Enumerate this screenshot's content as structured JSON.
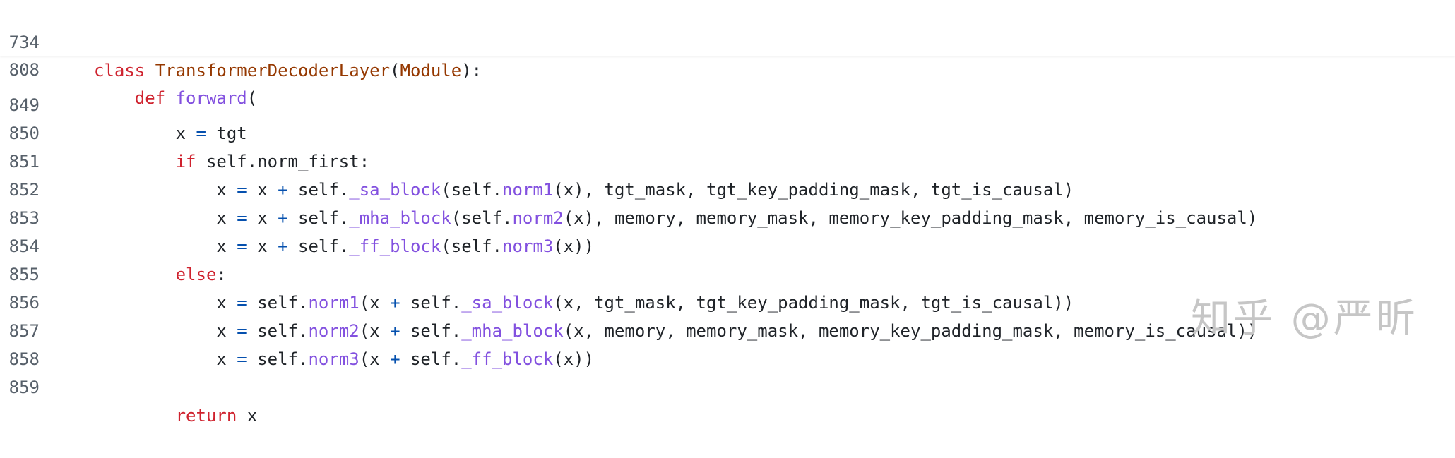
{
  "sticky_header": {
    "lines": [
      {
        "number": "734",
        "tokens": [
          {
            "text": "class ",
            "kind": "kw"
          },
          {
            "text": "TransformerDecoderLayer",
            "kind": "cls"
          },
          {
            "text": "(",
            "kind": "pl"
          },
          {
            "text": "Module",
            "kind": "cls"
          },
          {
            "text": "):",
            "kind": "pl"
          }
        ]
      },
      {
        "number": "808",
        "tokens": [
          {
            "text": "    def ",
            "kind": "kw"
          },
          {
            "text": "forward",
            "kind": "fn"
          },
          {
            "text": "(",
            "kind": "pl"
          }
        ]
      }
    ]
  },
  "code_lines": [
    {
      "number": "849",
      "tokens": [
        {
          "text": "        x ",
          "kind": "pl"
        },
        {
          "text": "=",
          "kind": "op"
        },
        {
          "text": " tgt",
          "kind": "pl"
        }
      ]
    },
    {
      "number": "850",
      "tokens": [
        {
          "text": "        if",
          "kind": "kw"
        },
        {
          "text": " self.norm_first:",
          "kind": "pl"
        }
      ]
    },
    {
      "number": "851",
      "tokens": [
        {
          "text": "            x ",
          "kind": "pl"
        },
        {
          "text": "=",
          "kind": "op"
        },
        {
          "text": " x ",
          "kind": "pl"
        },
        {
          "text": "+",
          "kind": "op"
        },
        {
          "text": " self.",
          "kind": "pl"
        },
        {
          "text": "_sa_block",
          "kind": "fn"
        },
        {
          "text": "(self.",
          "kind": "pl"
        },
        {
          "text": "norm1",
          "kind": "fn"
        },
        {
          "text": "(x), tgt_mask, tgt_key_padding_mask, tgt_is_causal)",
          "kind": "pl"
        }
      ]
    },
    {
      "number": "852",
      "tokens": [
        {
          "text": "            x ",
          "kind": "pl"
        },
        {
          "text": "=",
          "kind": "op"
        },
        {
          "text": " x ",
          "kind": "pl"
        },
        {
          "text": "+",
          "kind": "op"
        },
        {
          "text": " self.",
          "kind": "pl"
        },
        {
          "text": "_mha_block",
          "kind": "fn"
        },
        {
          "text": "(self.",
          "kind": "pl"
        },
        {
          "text": "norm2",
          "kind": "fn"
        },
        {
          "text": "(x), memory, memory_mask, memory_key_padding_mask, memory_is_causal)",
          "kind": "pl"
        }
      ]
    },
    {
      "number": "853",
      "tokens": [
        {
          "text": "            x ",
          "kind": "pl"
        },
        {
          "text": "=",
          "kind": "op"
        },
        {
          "text": " x ",
          "kind": "pl"
        },
        {
          "text": "+",
          "kind": "op"
        },
        {
          "text": " self.",
          "kind": "pl"
        },
        {
          "text": "_ff_block",
          "kind": "fn"
        },
        {
          "text": "(self.",
          "kind": "pl"
        },
        {
          "text": "norm3",
          "kind": "fn"
        },
        {
          "text": "(x))",
          "kind": "pl"
        }
      ]
    },
    {
      "number": "854",
      "tokens": [
        {
          "text": "        else",
          "kind": "kw"
        },
        {
          "text": ":",
          "kind": "pl"
        }
      ]
    },
    {
      "number": "855",
      "tokens": [
        {
          "text": "            x ",
          "kind": "pl"
        },
        {
          "text": "=",
          "kind": "op"
        },
        {
          "text": " self.",
          "kind": "pl"
        },
        {
          "text": "norm1",
          "kind": "fn"
        },
        {
          "text": "(x ",
          "kind": "pl"
        },
        {
          "text": "+",
          "kind": "op"
        },
        {
          "text": " self.",
          "kind": "pl"
        },
        {
          "text": "_sa_block",
          "kind": "fn"
        },
        {
          "text": "(x, tgt_mask, tgt_key_padding_mask, tgt_is_causal))",
          "kind": "pl"
        }
      ]
    },
    {
      "number": "856",
      "tokens": [
        {
          "text": "            x ",
          "kind": "pl"
        },
        {
          "text": "=",
          "kind": "op"
        },
        {
          "text": " self.",
          "kind": "pl"
        },
        {
          "text": "norm2",
          "kind": "fn"
        },
        {
          "text": "(x ",
          "kind": "pl"
        },
        {
          "text": "+",
          "kind": "op"
        },
        {
          "text": " self.",
          "kind": "pl"
        },
        {
          "text": "_mha_block",
          "kind": "fn"
        },
        {
          "text": "(x, memory, memory_mask, memory_key_padding_mask, memory_is_causal))",
          "kind": "pl"
        }
      ]
    },
    {
      "number": "857",
      "tokens": [
        {
          "text": "            x ",
          "kind": "pl"
        },
        {
          "text": "=",
          "kind": "op"
        },
        {
          "text": " self.",
          "kind": "pl"
        },
        {
          "text": "norm3",
          "kind": "fn"
        },
        {
          "text": "(x ",
          "kind": "pl"
        },
        {
          "text": "+",
          "kind": "op"
        },
        {
          "text": " self.",
          "kind": "pl"
        },
        {
          "text": "_ff_block",
          "kind": "fn"
        },
        {
          "text": "(x))",
          "kind": "pl"
        }
      ]
    },
    {
      "number": "858",
      "tokens": []
    },
    {
      "number": "859",
      "tokens": [
        {
          "text": "        return",
          "kind": "kw"
        },
        {
          "text": " x",
          "kind": "pl"
        }
      ]
    }
  ],
  "watermark": {
    "text": "知乎 @严昕"
  },
  "colors": {
    "keyword": "#cf222e",
    "class_name": "#953800",
    "function": "#8250df",
    "operator": "#0550ae",
    "plain": "#1f2328",
    "line_number": "#57606a",
    "watermark": "#c6c6c6"
  }
}
